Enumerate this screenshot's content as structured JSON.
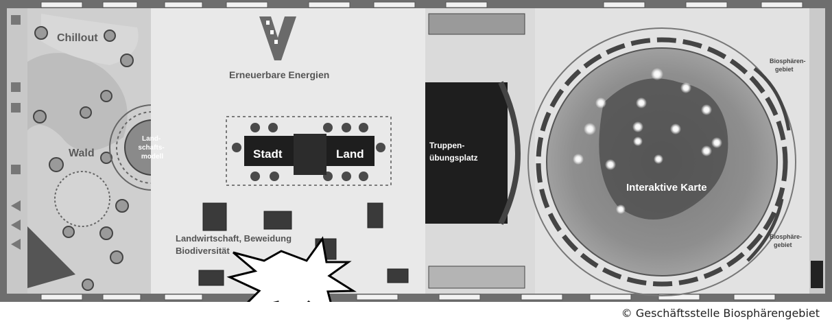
{
  "labels": {
    "chillout": "Chillout",
    "erneuerbare": "Erneuerbare Energien",
    "landschaftsmodell": [
      "Land-",
      "schafts-",
      "modell"
    ],
    "wald": "Wald",
    "stadt": "Stadt",
    "land": "Land",
    "truppen": [
      "Truppen-",
      "übungsplatz"
    ],
    "interaktive_karte": "Interaktive Karte",
    "biosphaeren_top": [
      "Biosphären-",
      "gebiet"
    ],
    "biosphaeren_bottom": [
      "Biosphäre-",
      "gebiet"
    ],
    "landwirtschaft": [
      "Landwirtschaft, Beweidung",
      "Biodiversität"
    ]
  },
  "copyright": "© Geschäftsstelle Biosphärengebiet",
  "colors": {
    "floor": "#e6e6e6",
    "wall": "#6e6e6e",
    "dark": "#1e1e1e",
    "text_gray": "#5a5a5a",
    "burst_stroke": "#000000",
    "burst_fill": "#ffffff"
  }
}
